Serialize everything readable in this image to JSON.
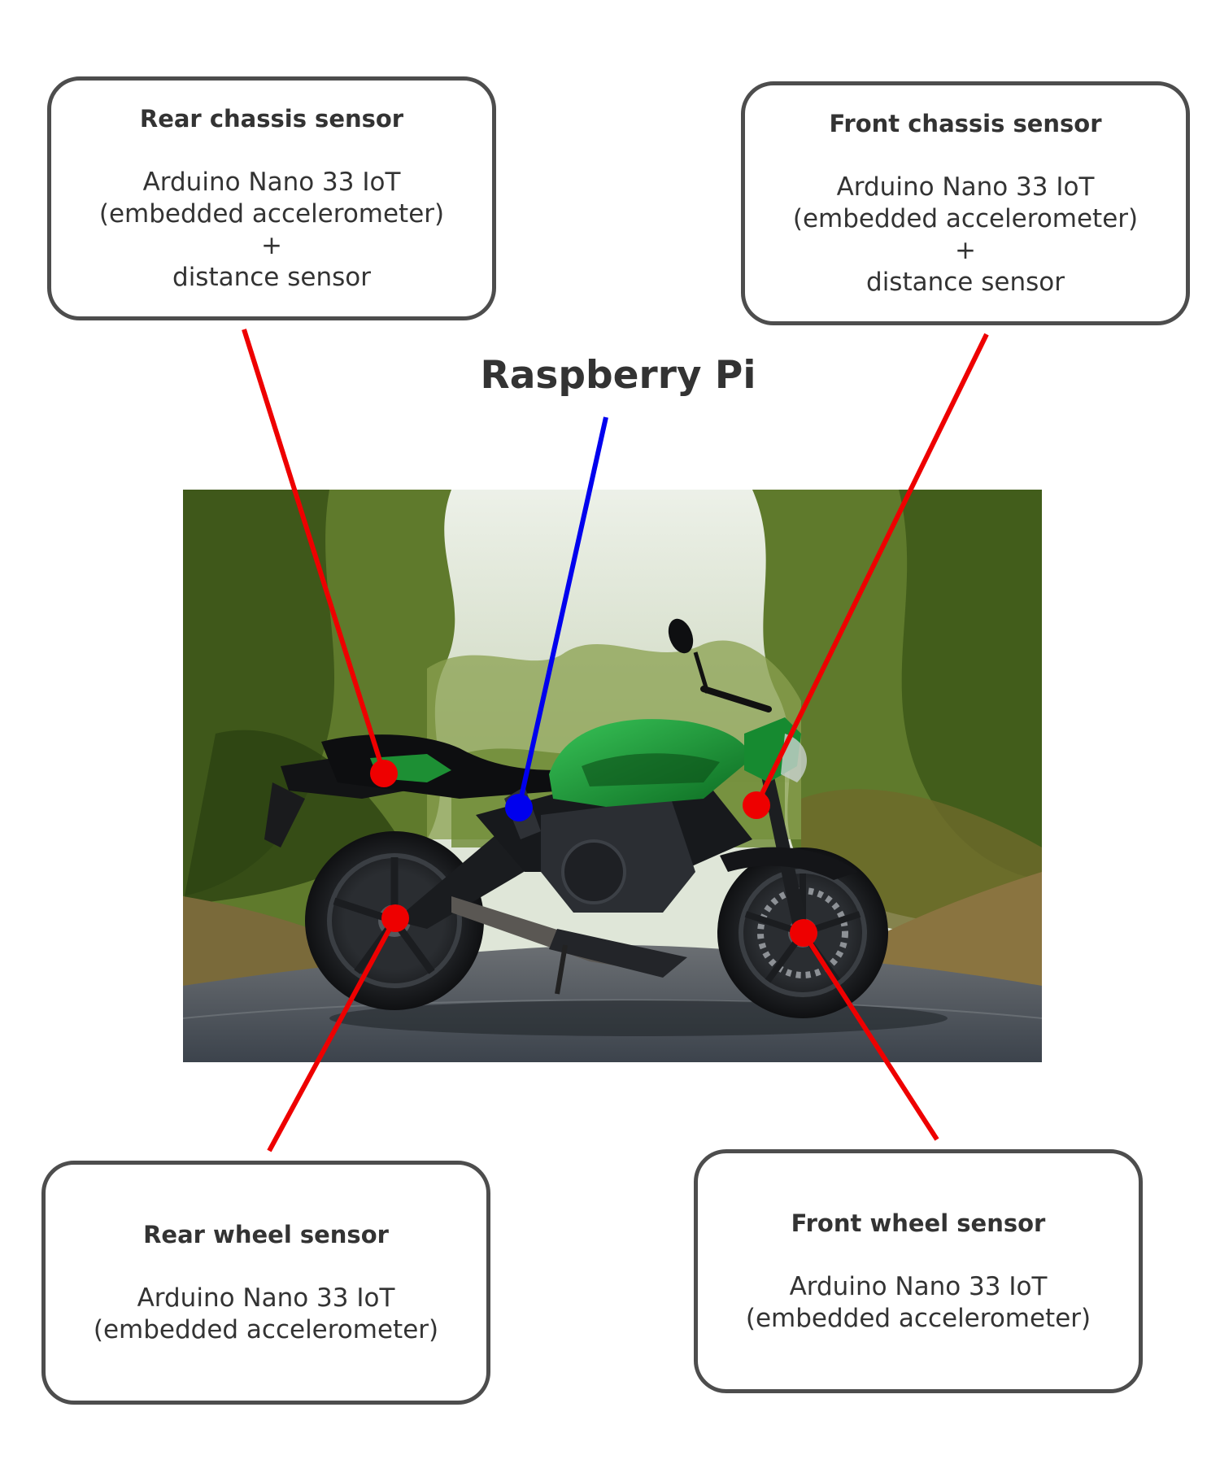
{
  "hub": {
    "label": "Raspberry Pi",
    "color": "#0000ee"
  },
  "sensor_color": "#ee0000",
  "sensors": {
    "rear_chassis": {
      "title": "Rear chassis sensor",
      "device": "Arduino Nano 33 IoT",
      "detail": "(embedded accelerometer)",
      "plus": "+",
      "extra": "distance sensor"
    },
    "front_chassis": {
      "title": "Front chassis sensor",
      "device": "Arduino Nano 33 IoT",
      "detail": "(embedded accelerometer)",
      "plus": "+",
      "extra": "distance sensor"
    },
    "rear_wheel": {
      "title": "Rear wheel sensor",
      "device": "Arduino Nano 33 IoT",
      "detail": "(embedded accelerometer)"
    },
    "front_wheel": {
      "title": "Front wheel sensor",
      "device": "Arduino Nano 33 IoT",
      "detail": "(embedded accelerometer)"
    }
  },
  "photo": {
    "subject": "green and black motorcycle parked on a tree-lined road",
    "colors": {
      "sky": "#dfe6d8",
      "foliage": "#5f7a2c",
      "road": "#5b616a",
      "tank": "#1d9a36"
    }
  }
}
